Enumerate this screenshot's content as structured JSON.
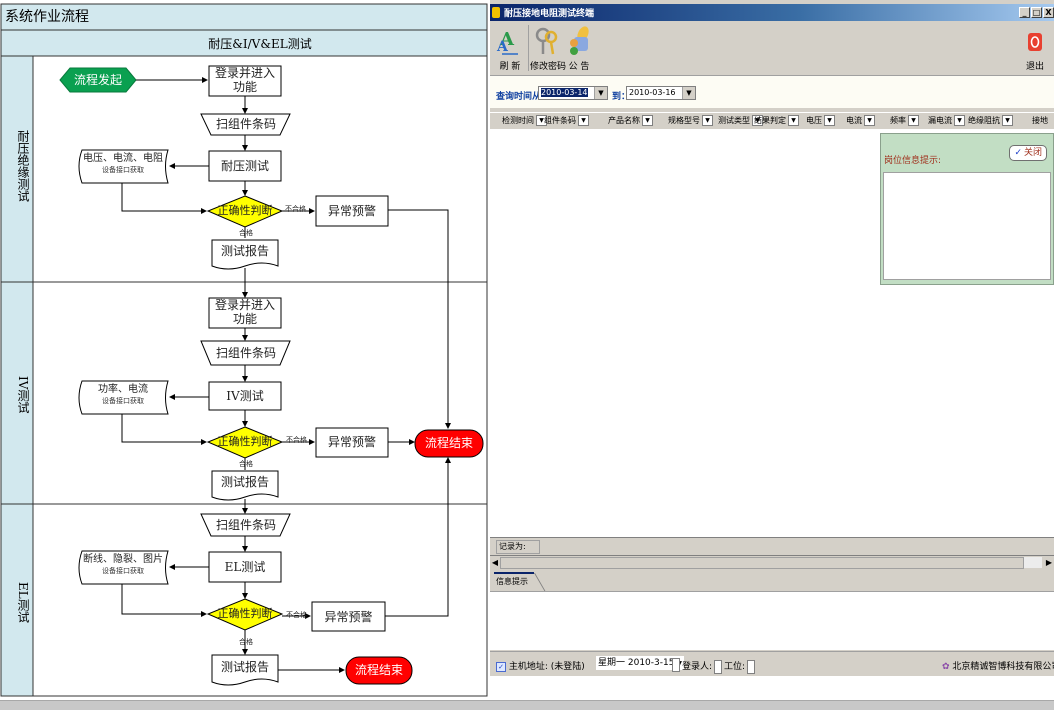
{
  "flowchart": {
    "title": "系统作业流程",
    "subtitle": "耐压&I/V&EL测试",
    "lanes": [
      {
        "label": "耐压绝缘测试"
      },
      {
        "label": "IV测试"
      },
      {
        "label": "EL测试"
      }
    ],
    "nodes": {
      "start": "流程发起",
      "login1": "登录并进入功能",
      "scan1": "扫组件条码",
      "test1": "耐压测试",
      "data1": "电压、电流、电阻",
      "data1_sub": "设备接口获取",
      "judge1": "正确性判断",
      "alarm1": "异常预警",
      "report1": "测试报告",
      "login2": "登录并进入功能",
      "scan2": "扫组件条码",
      "test2": "IV测试",
      "data2": "功率、电流",
      "data2_sub": "设备接口获取",
      "judge2": "正确性判断",
      "alarm2": "异常预警",
      "end_mid": "流程结束",
      "report2": "测试报告",
      "scan3": "扫组件条码",
      "test3": "EL测试",
      "data3": "断线、隐裂、图片",
      "data3_sub": "设备接口获取",
      "judge3": "正确性判断",
      "alarm3": "异常预警",
      "report3": "测试报告",
      "end_bottom": "流程结束"
    },
    "edge_labels": {
      "fail": "不合格",
      "pass": "合格"
    },
    "colors": {
      "start": "#0aa050",
      "judge": "#ffff00",
      "end": "#ff0000",
      "header_bg": "#d2e8ee"
    }
  },
  "app": {
    "title": "耐压接地电阻测试终端",
    "window_buttons": [
      "_",
      "□",
      "X"
    ],
    "toolbar": {
      "refresh": "刷 新",
      "change_password": "修改密码",
      "notice": "公 告",
      "exit": "退出"
    },
    "query": {
      "from_label": "查询时间从：",
      "from_value": "2010-03-14",
      "to_label": "到：",
      "to_value": "2010-03-16"
    },
    "columns": [
      "检测时间",
      "组件条码",
      "产品名称",
      "规格型号",
      "测试类型",
      "结果判定",
      "电压",
      "电流",
      "频率",
      "漏电流",
      "绝缘阻抗",
      "接地"
    ],
    "info_panel": {
      "title": "岗位信息提示:",
      "close": "关闭"
    },
    "record_label": "记录为:",
    "tab_label": "信息提示",
    "status": {
      "host": "主机地址: (未登陆)",
      "date": "星期一 2010-3-15",
      "login_user": "登录人:",
      "station": "工位:",
      "company": "北京精诚智博科技有限公司"
    }
  }
}
